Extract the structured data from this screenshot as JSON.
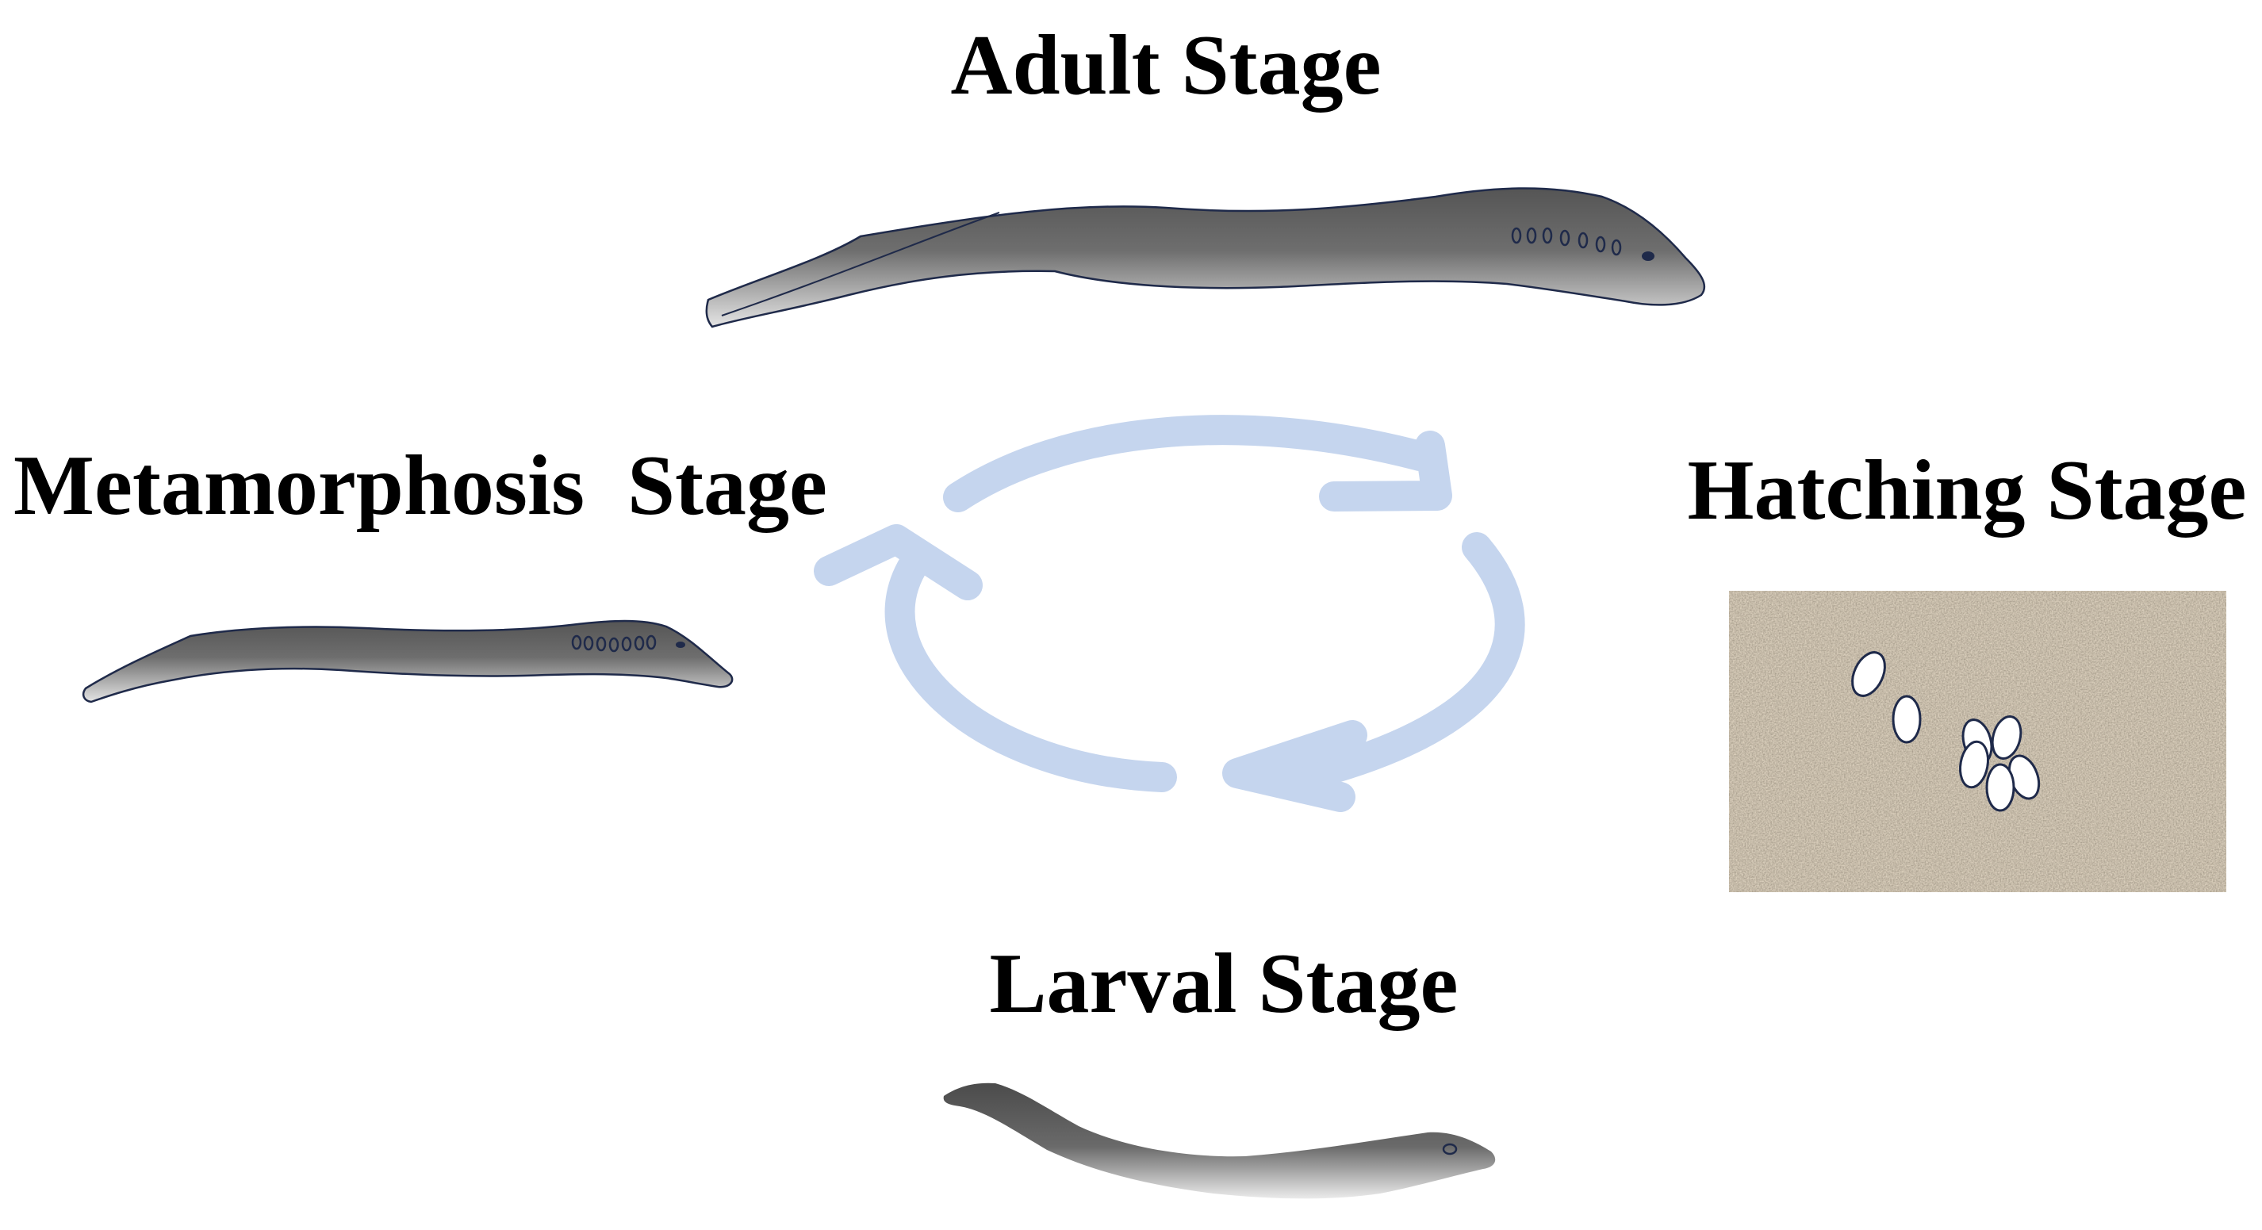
{
  "stages": {
    "adult": {
      "label": "Adult Stage"
    },
    "hatching": {
      "label": "Hatching Stage"
    },
    "larval": {
      "label": "Larval Stage"
    },
    "metamorphosis": {
      "label": "Metamorphosis  Stage"
    }
  },
  "colors": {
    "cycle_arrow": "#c5d5ee",
    "body_dark": "#4a4a4a",
    "body_light": "#e0e0e0",
    "outline": "#1f2a4a",
    "gravel": "#a08f78",
    "egg": "#ffffff"
  },
  "icons": {
    "adult": "lamprey-adult-icon",
    "metamorphosis": "lamprey-transformer-icon",
    "larval": "ammocoete-larva-icon",
    "hatching": "eggs-on-gravel-icon",
    "cycle": "cycle-arrows-icon"
  }
}
